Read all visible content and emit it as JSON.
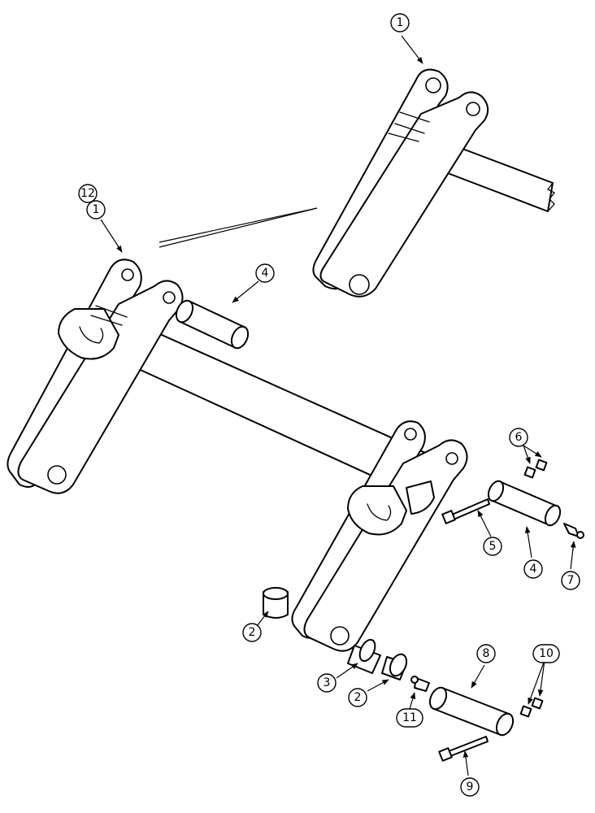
{
  "callouts": {
    "c1_top": "1",
    "c12": "12",
    "c1_left": "1",
    "c4_upper": "4",
    "c6": "6",
    "c5": "5",
    "c4_lower": "4",
    "c7": "7",
    "c2_left": "2",
    "c8": "8",
    "c10": "10",
    "c3": "3",
    "c2_right": "2",
    "c11": "11",
    "c9": "9"
  }
}
